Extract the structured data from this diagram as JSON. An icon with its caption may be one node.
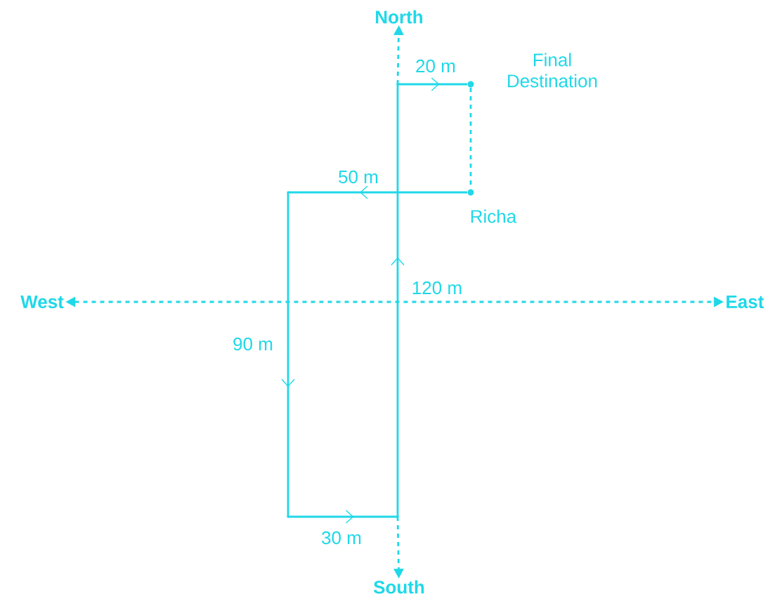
{
  "diagram": {
    "nodes": [
      {
        "text": [
          "North"
        ]
      },
      {
        "text": [
          "South"
        ]
      },
      {
        "text": [
          "West"
        ]
      },
      {
        "text": [
          "East"
        ]
      },
      {
        "text": [],
        "shape": "circle",
        "beside": [
          "Richa"
        ]
      },
      {
        "text": [],
        "shape": "point"
      },
      {
        "text": [],
        "shape": "point"
      },
      {
        "text": [],
        "shape": "point"
      },
      {
        "text": [],
        "shape": "point"
      },
      {
        "text": [],
        "shape": "circle",
        "beside": [
          "Final Destination"
        ]
      }
    ],
    "edges": [
      {
        "from": 4,
        "to": 5,
        "arrow": "to",
        "label": "50 m"
      },
      {
        "from": 5,
        "to": 6,
        "arrow": "to",
        "label": "90 m"
      },
      {
        "from": 6,
        "to": 7,
        "arrow": "to",
        "label": "30 m"
      },
      {
        "from": 7,
        "to": 8,
        "arrow": "to",
        "label": "120 m"
      },
      {
        "from": 8,
        "to": 9,
        "arrow": "to",
        "label": "20 m"
      },
      {
        "from": 9,
        "to": 4,
        "arrow": "none",
        "style": "dashed"
      },
      {
        "from": 8,
        "to": 0,
        "arrow": "to",
        "style": "dashed"
      },
      {
        "from": 7,
        "to": 1,
        "arrow": "to",
        "style": "dashed"
      },
      {
        "from": 2,
        "to": 3,
        "arrow": "both",
        "style": "dashed"
      }
    ]
  }
}
